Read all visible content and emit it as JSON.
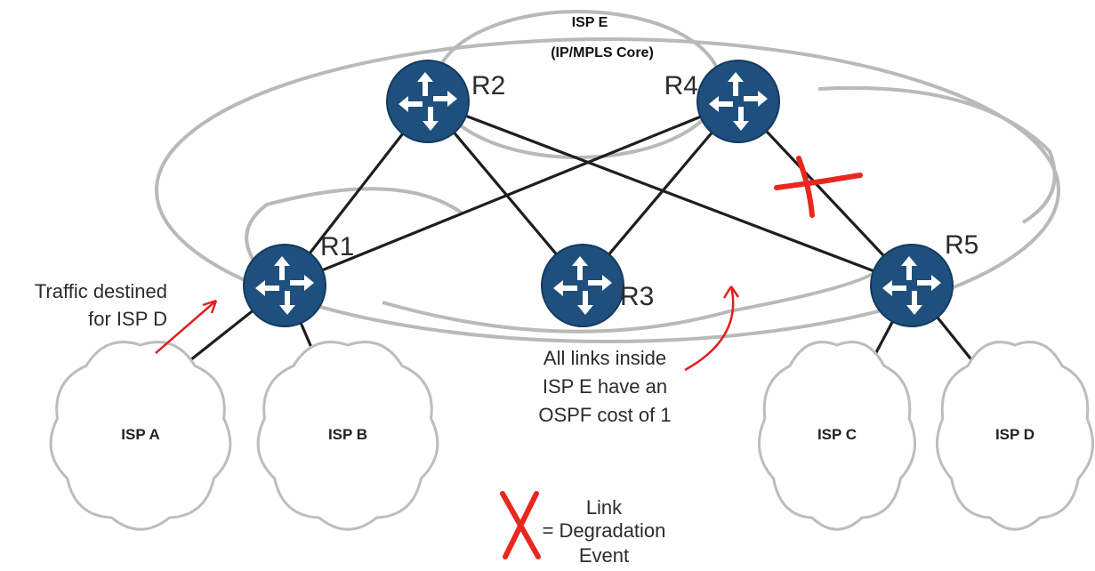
{
  "core": {
    "title": "ISP E",
    "subtitle": "(IP/MPLS Core)"
  },
  "routers": [
    {
      "id": "r1",
      "label": "R1"
    },
    {
      "id": "r2",
      "label": "R2"
    },
    {
      "id": "r3",
      "label": "R3"
    },
    {
      "id": "r4",
      "label": "R4"
    },
    {
      "id": "r5",
      "label": "R5"
    }
  ],
  "clouds": [
    {
      "id": "isp-a",
      "label": "ISP A"
    },
    {
      "id": "isp-b",
      "label": "ISP B"
    },
    {
      "id": "isp-c",
      "label": "ISP C"
    },
    {
      "id": "isp-d",
      "label": "ISP D"
    }
  ],
  "links": [
    [
      "r1",
      "r2"
    ],
    [
      "r1",
      "r4"
    ],
    [
      "r1",
      "isp-a"
    ],
    [
      "r1",
      "isp-b"
    ],
    [
      "r2",
      "r3"
    ],
    [
      "r2",
      "r5"
    ],
    [
      "r4",
      "r3"
    ],
    [
      "r4",
      "r5"
    ],
    [
      "r5",
      "isp-c"
    ],
    [
      "r5",
      "isp-d"
    ]
  ],
  "degraded_link": [
    "r4",
    "r5"
  ],
  "annotations": {
    "traffic_note": [
      "Traffic destined",
      "for ISP D"
    ],
    "ospf_note": [
      "All links inside",
      "ISP E have an",
      "OSPF cost of 1"
    ],
    "legend": [
      "Link",
      "= Degradation",
      "Event"
    ]
  },
  "colors": {
    "router": "#1f4f7d",
    "link": "#1e1e1e",
    "degradation": "#e8271f",
    "cloud_outline": "#bdbdbd"
  }
}
